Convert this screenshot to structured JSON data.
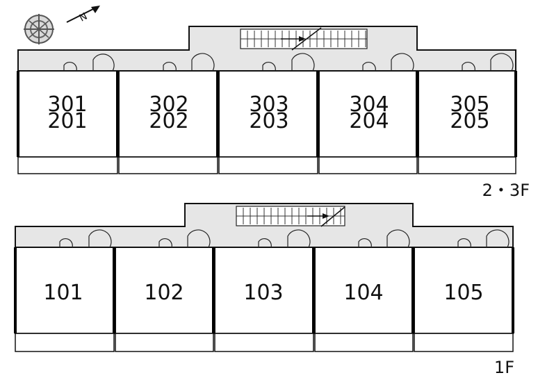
{
  "compass": {
    "icon": "compass-north-arrow-icon",
    "letter": "N"
  },
  "floors": [
    {
      "id": "upper",
      "label": "2・3F",
      "units": [
        {
          "top": "301",
          "bottom": "201"
        },
        {
          "top": "302",
          "bottom": "202"
        },
        {
          "top": "303",
          "bottom": "203"
        },
        {
          "top": "304",
          "bottom": "204"
        },
        {
          "top": "305",
          "bottom": "205"
        }
      ]
    },
    {
      "id": "ground",
      "label": "1F",
      "units": [
        {
          "top": "101"
        },
        {
          "top": "102"
        },
        {
          "top": "103"
        },
        {
          "top": "104"
        },
        {
          "top": "105"
        }
      ]
    }
  ]
}
